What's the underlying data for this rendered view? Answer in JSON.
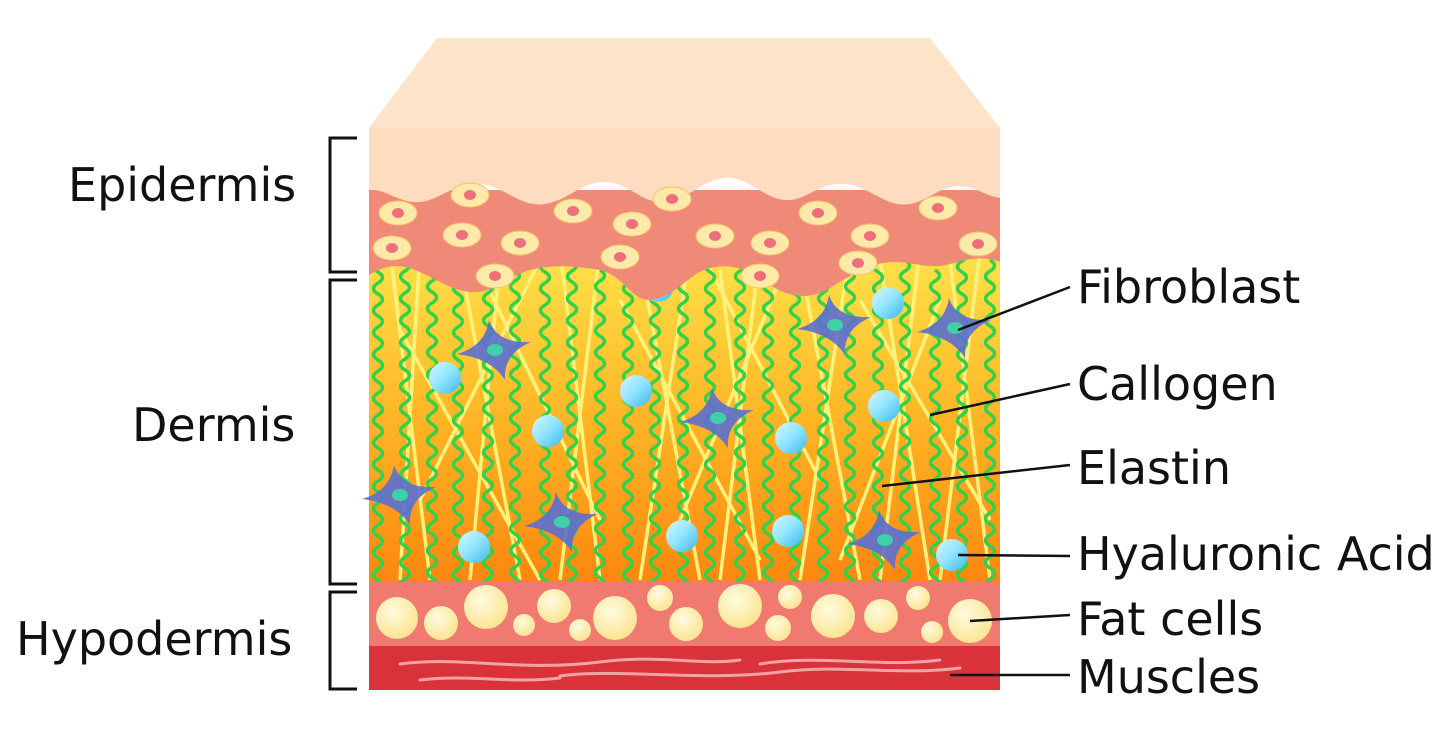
{
  "layers": {
    "epidermis": "Epidermis",
    "dermis": "Dermis",
    "hypodermis": "Hypodermis"
  },
  "components": {
    "fibroblast": "Fibroblast",
    "collagen": "Callogen",
    "elastin": "Elastin",
    "hyaluronic_acid": "Hyaluronic Acid",
    "fat_cells": "Fat cells",
    "muscles": "Muscles"
  },
  "colors": {
    "skin_surface": "#fddcc0",
    "epidermis_cells": "#f08a78",
    "cell_fill": "#fde9a8",
    "cell_nucleus": "#ee6f7a",
    "dermis_top": "#ffe34a",
    "dermis_bottom": "#ff8a10",
    "collagen": "#fff27a",
    "elastin": "#33d14a",
    "fibroblast": "#5b6fd0",
    "hyaluronic": "#8fe6ff",
    "fat_bg": "#f07a70",
    "fat_cell": "#fff0a8",
    "muscle": "#d9323a"
  }
}
